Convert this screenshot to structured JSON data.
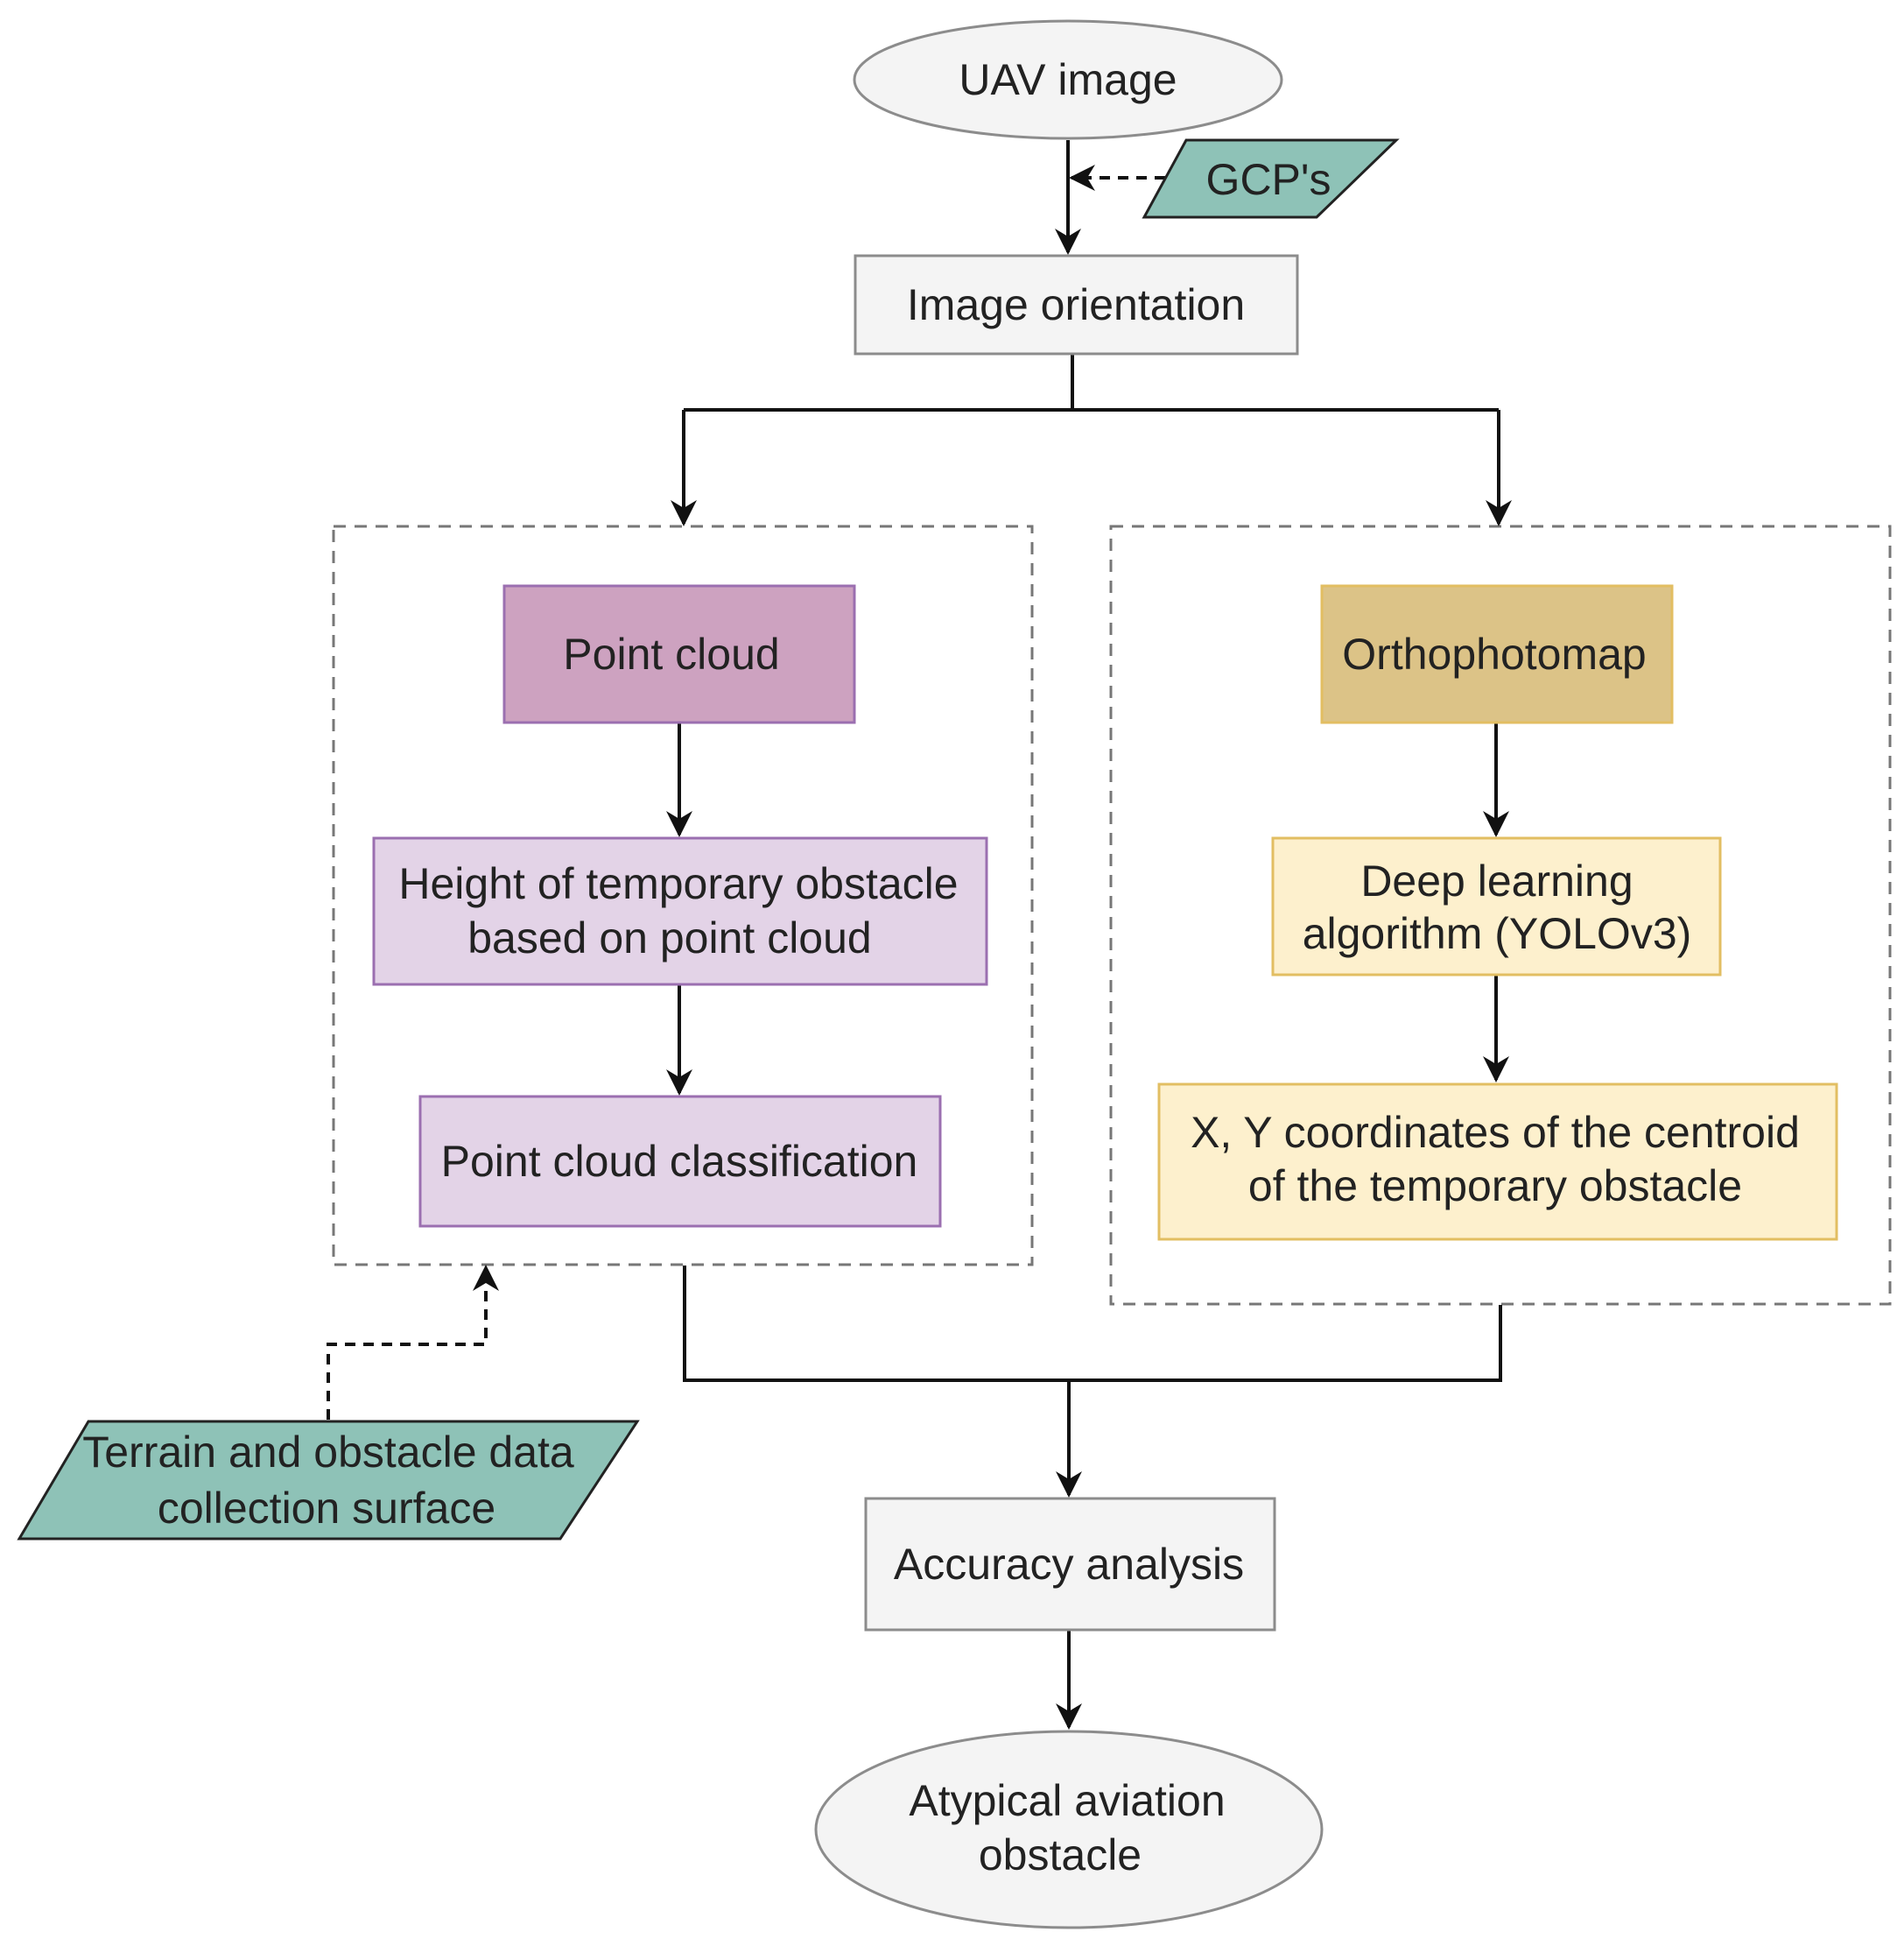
{
  "nodes": {
    "uav_image": "UAV image",
    "gcps": "GCP's",
    "image_orientation": "Image orientation",
    "point_cloud": "Point cloud",
    "height_line1": "Height of temporary obstacle",
    "height_line2": "based on point cloud",
    "pc_classification": "Point cloud classification",
    "orthophotomap": "Orthophotomap",
    "deep_line1": "Deep learning",
    "deep_line2": "algorithm (YOLOv3)",
    "xy_line1": "X, Y coordinates of the centroid",
    "xy_line2": "of the temporary obstacle",
    "terrain_line1": "Terrain and obstacle data",
    "terrain_line2": "collection surface",
    "accuracy": "Accuracy analysis",
    "atypical_line1": "Atypical aviation",
    "atypical_line2": "obstacle"
  },
  "colors": {
    "gray_fill": "#f4f4f4",
    "gray_stroke": "#8c8c8c",
    "teal_fill": "#8ec2b7",
    "purple_dark_fill": "#cda2c0",
    "purple_light_fill": "#e3d3e7",
    "purple_stroke": "#9b6fb0",
    "gold_dark_fill": "#dcc387",
    "gold_light_fill": "#fdf0cd",
    "gold_stroke": "#e2be62",
    "edge": "#111111",
    "dashed_group": "#777777"
  }
}
